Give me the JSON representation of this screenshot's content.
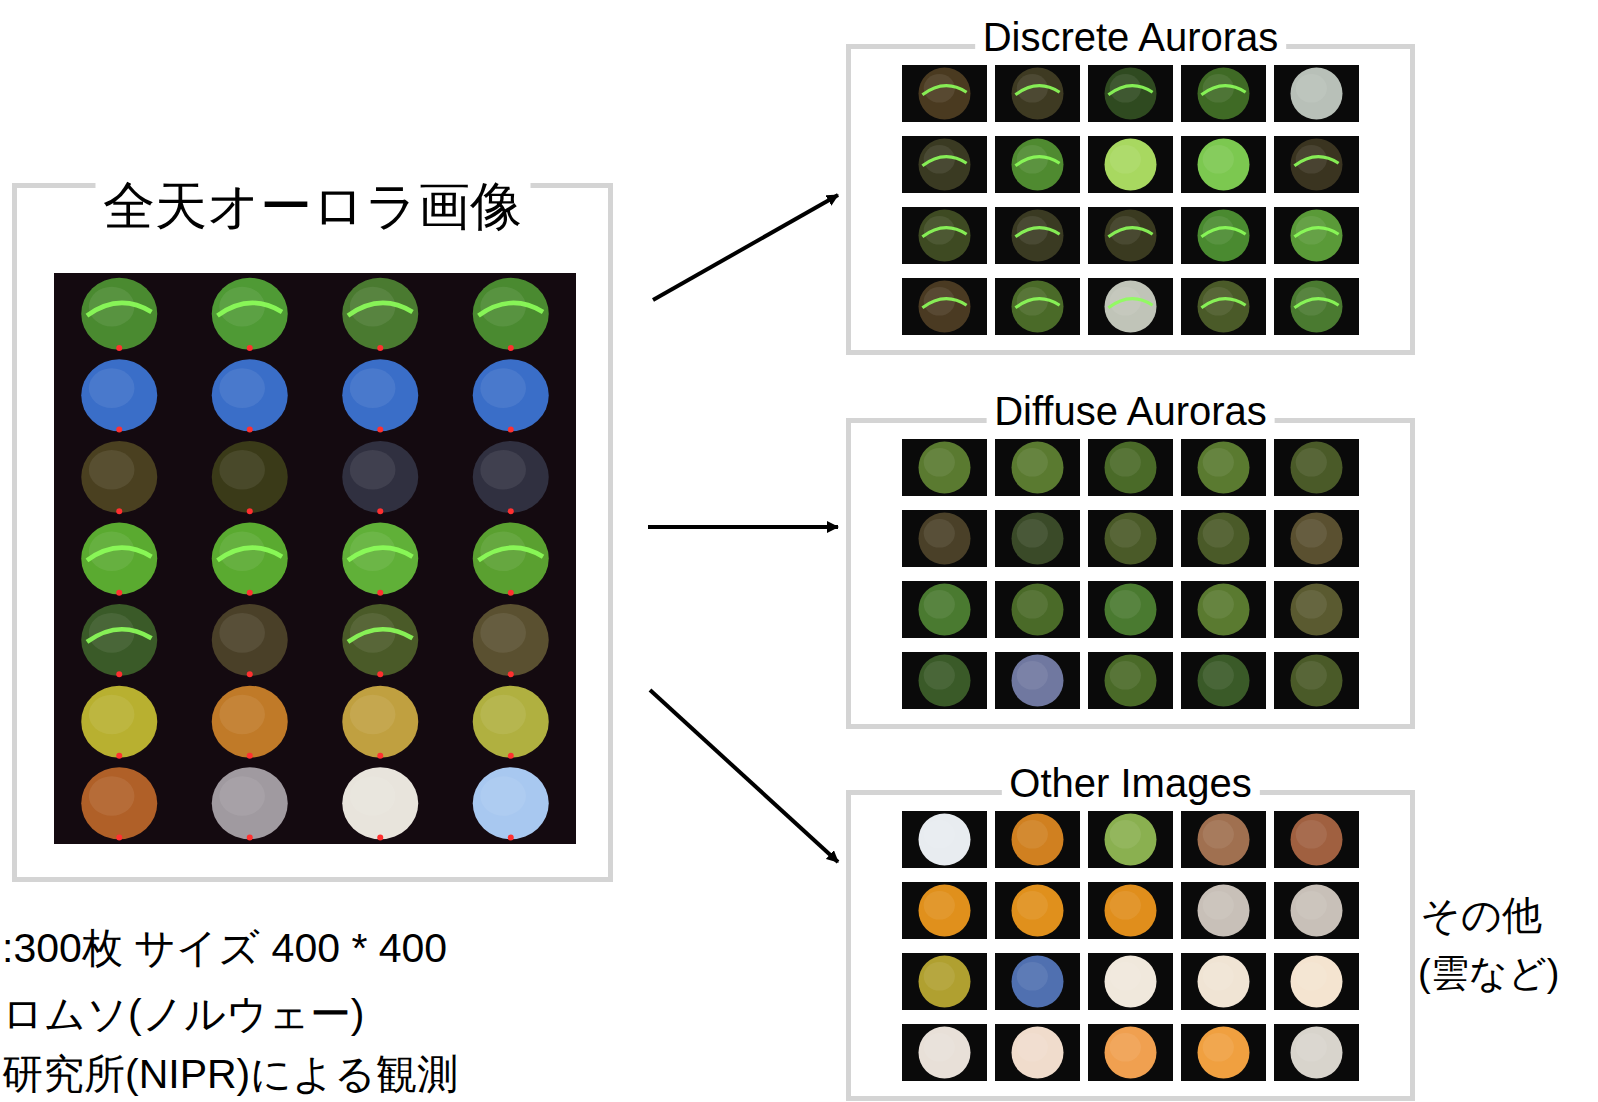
{
  "diagram": {
    "nodes": [
      {
        "text": [
          "全天オーロラ画像"
        ]
      },
      {
        "text": [
          "Discrete Auroras"
        ]
      },
      {
        "text": [
          "Diffuse Auroras"
        ]
      },
      {
        "text": [
          "Other Images"
        ]
      }
    ],
    "edges": [
      {
        "from": 0,
        "to": 1,
        "arrow": "to"
      },
      {
        "from": 0,
        "to": 2,
        "arrow": "to"
      },
      {
        "from": 0,
        "to": 3,
        "arrow": "to"
      }
    ],
    "labels": [
      ":300枚 サイズ 400 * 400",
      "ロムソ(ノルウェー)",
      "研究所(NIPR)による観測",
      "その他",
      "(雲など)"
    ]
  }
}
